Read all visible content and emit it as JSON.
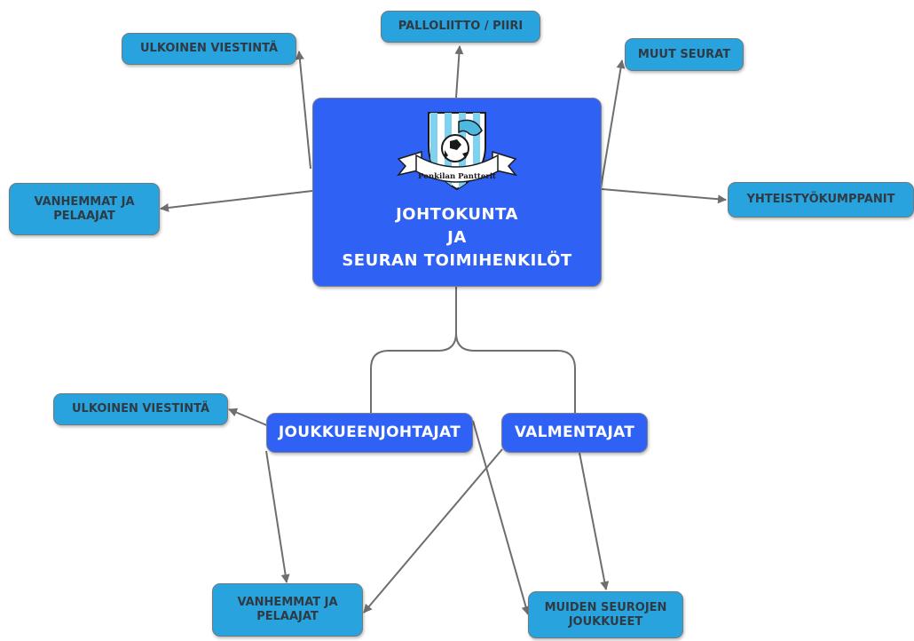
{
  "center": {
    "logo_text": "Ponkilan Pantterit",
    "title_lines": [
      "JOHTOKUNTA",
      "JA",
      "SEURAN TOIMIHENKILÖT"
    ]
  },
  "top_nodes": {
    "ulkoinen": "ULKOINEN VIESTINTÄ",
    "palloliitto": "PALLOLIITTO / PIIRI",
    "muut_seurat": "MUUT SEURAT",
    "vanhemmat": "VANHEMMAT JA PELAAJAT",
    "yhteistyo": "YHTEISTYÖKUMPPANIT"
  },
  "mid_nodes": {
    "joukkueenjohtajat": "JOUKKUEENJOHTAJAT",
    "valmentajat": "VALMENTAJAT"
  },
  "bottom_nodes": {
    "ulkoinen": "ULKOINEN VIESTINTÄ",
    "vanhemmat": "VANHEMMAT JA PELAAJAT",
    "muiden_seurojen": "MUIDEN SEUROJEN JOUKKUEET"
  },
  "colors": {
    "light_node": "#29a3dd",
    "dark_node": "#2f61f4",
    "connector": "#6e6e6e"
  }
}
